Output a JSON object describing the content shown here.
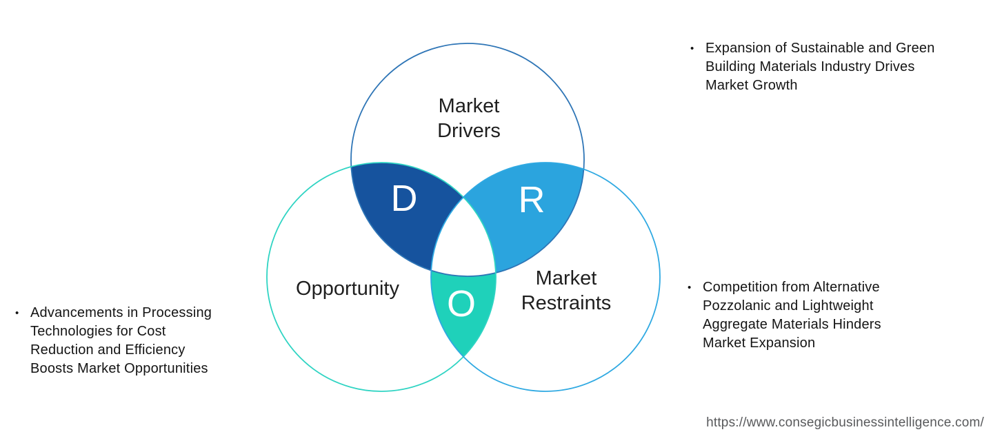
{
  "venn": {
    "letters": {
      "drivers": "D",
      "restraints": "R",
      "opportunity": "O"
    },
    "labels": {
      "drivers": "Market\nDrivers",
      "opportunity": "Opportunity",
      "restraints": "Market\nRestraints"
    },
    "colors": {
      "drivers_overlap_fill": "#16539e",
      "restraints_overlap_fill": "#2ba4de",
      "opportunity_overlap_fill": "#1fd1ba",
      "center_fill": "#ffffff",
      "drivers_outline": "#2e75b6",
      "opportunity_outline": "#2fd4c3",
      "restraints_outline": "#2fa9e2",
      "letter_color": "#ffffff"
    }
  },
  "bullets": {
    "marker": "•",
    "drivers": "Expansion of Sustainable and Green\nBuilding Materials Industry Drives\nMarket Growth",
    "restraints": "Competition from Alternative\nPozzolanic and Lightweight\nAggregate Materials Hinders\nMarket Expansion",
    "opportunity": "Advancements in Processing\nTechnologies for Cost\nReduction and Efficiency\nBoosts Market Opportunities"
  },
  "footer": {
    "url": "https://www.consegicbusinessintelligence.com/"
  }
}
